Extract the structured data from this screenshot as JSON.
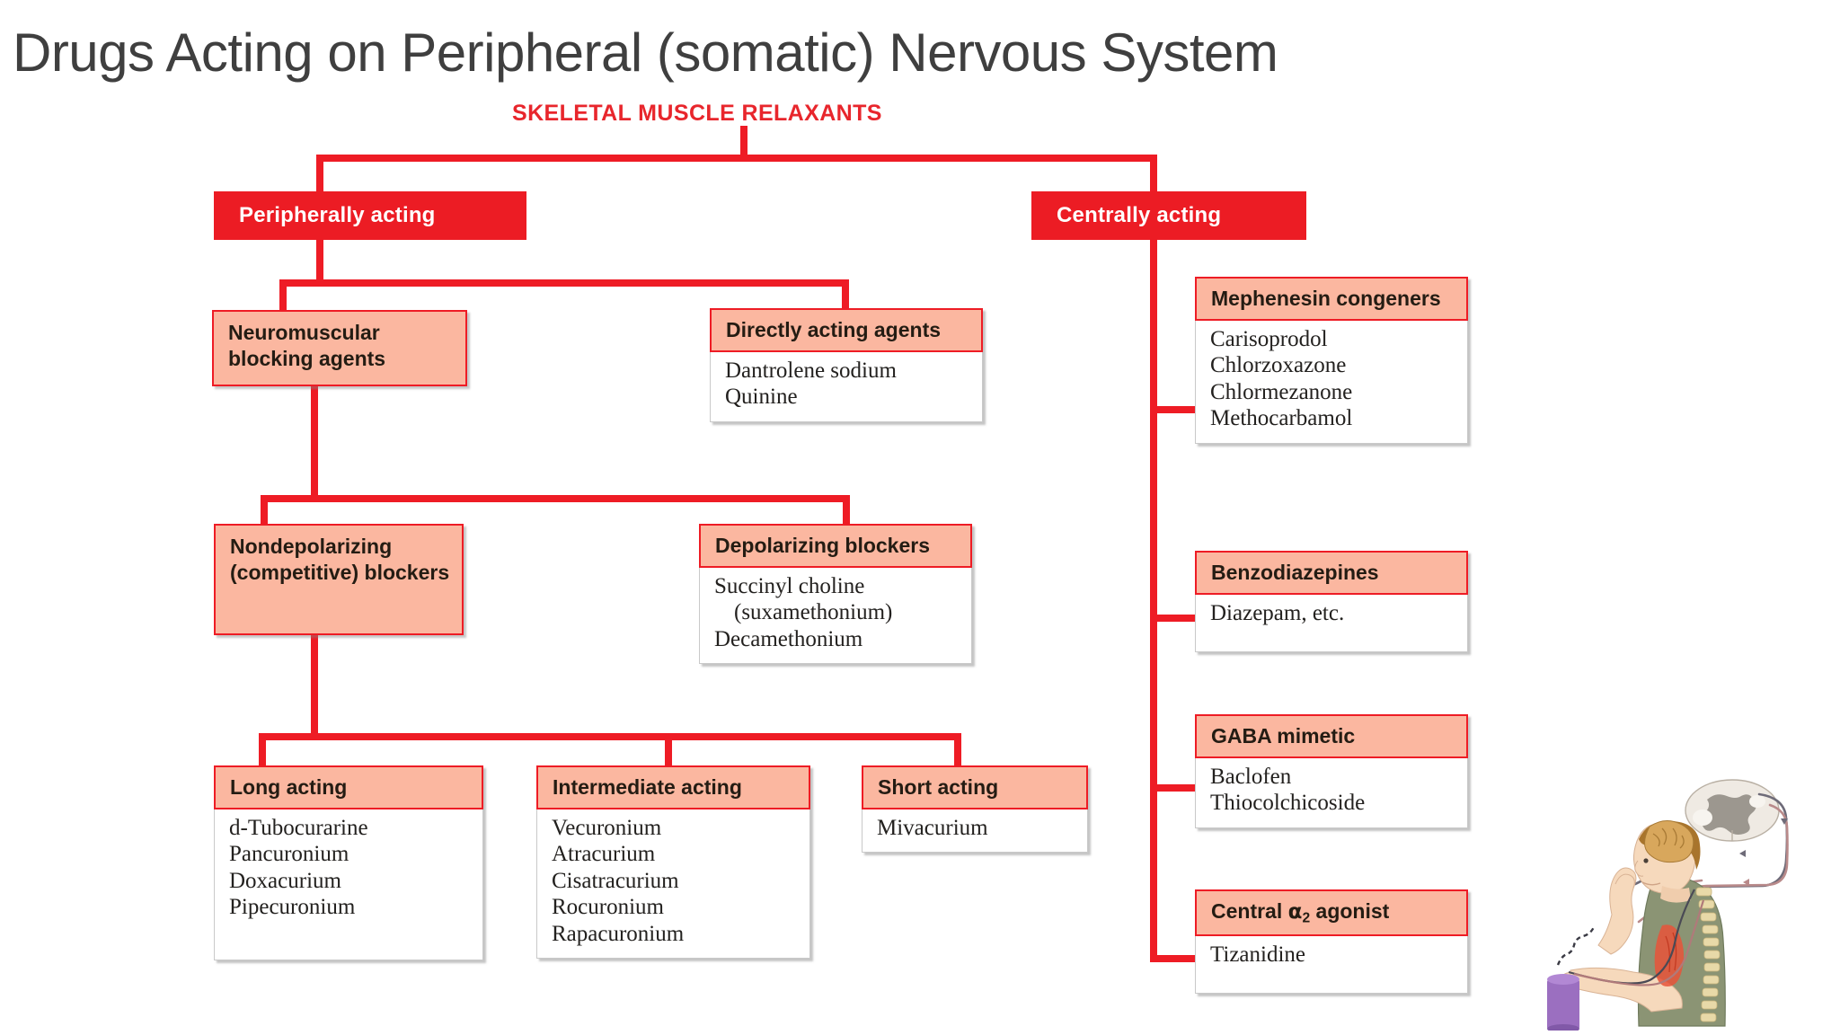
{
  "title": "Drugs Acting on Peripheral (somatic) Nervous System",
  "chart_title": "SKELETAL MUSCLE RELAXANTS",
  "colors": {
    "red": "#ec1c24",
    "pink": "#fbb7a0",
    "title_text": "#3f3f3f",
    "body_text": "#23211f"
  },
  "branches": {
    "peripheral": "Peripherally acting",
    "central": "Centrally acting"
  },
  "peripheral": {
    "nmba": "Neuromuscular blocking agents",
    "directly_acting": {
      "head": "Directly acting agents",
      "items": [
        "Dantrolene sodium",
        "Quinine"
      ]
    },
    "nondepolarizing": "Nondepolarizing (competitive) blockers",
    "depolarizing": {
      "head": "Depolarizing blockers",
      "items": [
        "Succinyl choline",
        "(suxamethonium)",
        "Decamethonium"
      ]
    },
    "long_acting": {
      "head": "Long acting",
      "items": [
        "d-Tubocurarine",
        "Pancuronium",
        "Doxacurium",
        "Pipecuronium"
      ]
    },
    "intermediate_acting": {
      "head": "Intermediate acting",
      "items": [
        "Vecuronium",
        "Atracurium",
        "Cisatracurium",
        "Rocuronium",
        "Rapacuronium"
      ]
    },
    "short_acting": {
      "head": "Short acting",
      "items": [
        "Mivacurium"
      ]
    }
  },
  "central": {
    "mephenesin": {
      "head": "Mephenesin congeners",
      "items": [
        "Carisoprodol",
        "Chlorzoxazone",
        "Chlormezanone",
        "Methocarbamol"
      ]
    },
    "benzodiazepines": {
      "head": "Benzodiazepines",
      "items": [
        "Diazepam, etc."
      ]
    },
    "gaba": {
      "head": "GABA mimetic",
      "items": [
        "Baclofen",
        "Thiocolchicoside"
      ]
    },
    "alpha2": {
      "head_pre": "Central ",
      "head_greek": "α",
      "head_sub": "2",
      "head_post": " agonist",
      "items": [
        "Tizanidine"
      ]
    }
  },
  "illustration": {
    "name": "neuromuscular-pathway-illustration",
    "alt": "Seated man with brain, spinal cord cross-section and nerve pathway to arm muscle holding a purple cylinder"
  }
}
